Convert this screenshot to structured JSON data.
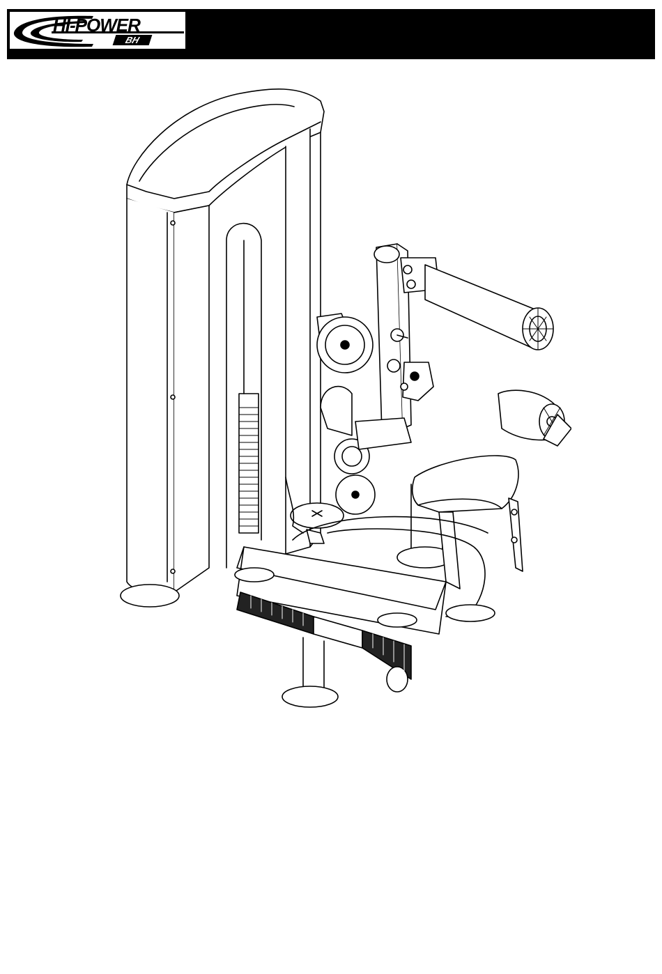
{
  "header": {
    "logo_text": "HI-POWER",
    "logo_sub": "BH"
  },
  "illustration": {
    "icon": "abdominal-machine-line-drawing"
  }
}
